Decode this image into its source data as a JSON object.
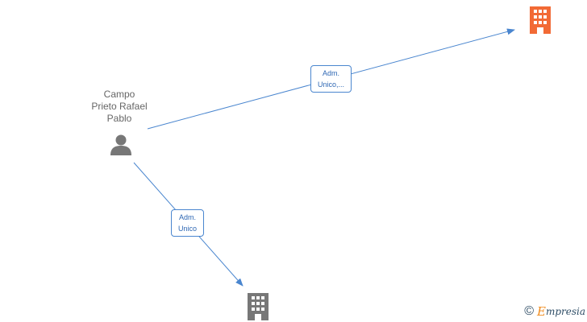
{
  "person": {
    "name_lines": [
      "Campo",
      "Prieto Rafael",
      "Pablo"
    ],
    "icon": "person-icon"
  },
  "companies": [
    {
      "id": "company-top-right",
      "icon": "building-icon",
      "color": "#f26a35"
    },
    {
      "id": "company-bottom",
      "icon": "building-icon",
      "color": "#777777"
    }
  ],
  "edges": [
    {
      "label_lines": [
        "Adm.",
        "Unico,..."
      ],
      "color": "#4a86cf"
    },
    {
      "label_lines": [
        "Adm.",
        "Unico"
      ],
      "color": "#4a86cf"
    }
  ],
  "brand": {
    "copyright_symbol": "©",
    "name_first": "E",
    "name_rest": "mpresia"
  }
}
